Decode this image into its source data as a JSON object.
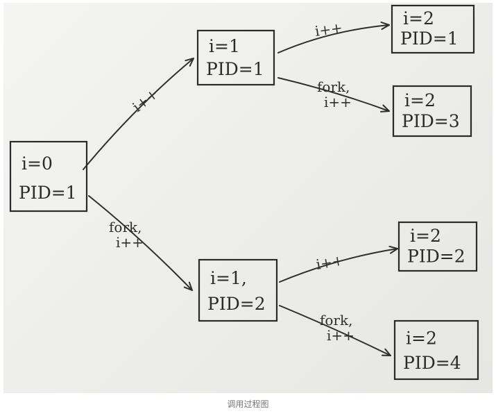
{
  "diagram": {
    "nodes": [
      {
        "id": "root",
        "line1": "i=0",
        "line2": "PID=1"
      },
      {
        "id": "n1a",
        "line1": "i=1",
        "line2": "PID=1"
      },
      {
        "id": "n1b",
        "line1": "i=1,",
        "line2": "PID=2"
      },
      {
        "id": "n2a",
        "line1": "i=2",
        "line2": "PID=1"
      },
      {
        "id": "n2b",
        "line1": "i=2",
        "line2": "PID=3"
      },
      {
        "id": "n2c",
        "line1": "i=2",
        "line2": "PID=2"
      },
      {
        "id": "n2d",
        "line1": "i=2",
        "line2": "PID=4"
      }
    ],
    "edges": [
      {
        "from": "root",
        "to": "n1a",
        "label": [
          "i++"
        ]
      },
      {
        "from": "root",
        "to": "n1b",
        "label": [
          "fork,",
          "i++"
        ]
      },
      {
        "from": "n1a",
        "to": "n2a",
        "label": [
          "i++"
        ]
      },
      {
        "from": "n1a",
        "to": "n2b",
        "label": [
          "fork,",
          "i++"
        ]
      },
      {
        "from": "n1b",
        "to": "n2c",
        "label": [
          "i++"
        ]
      },
      {
        "from": "n1b",
        "to": "n2d",
        "label": [
          "fork,",
          "i++"
        ]
      }
    ]
  },
  "caption": "调用过程图"
}
